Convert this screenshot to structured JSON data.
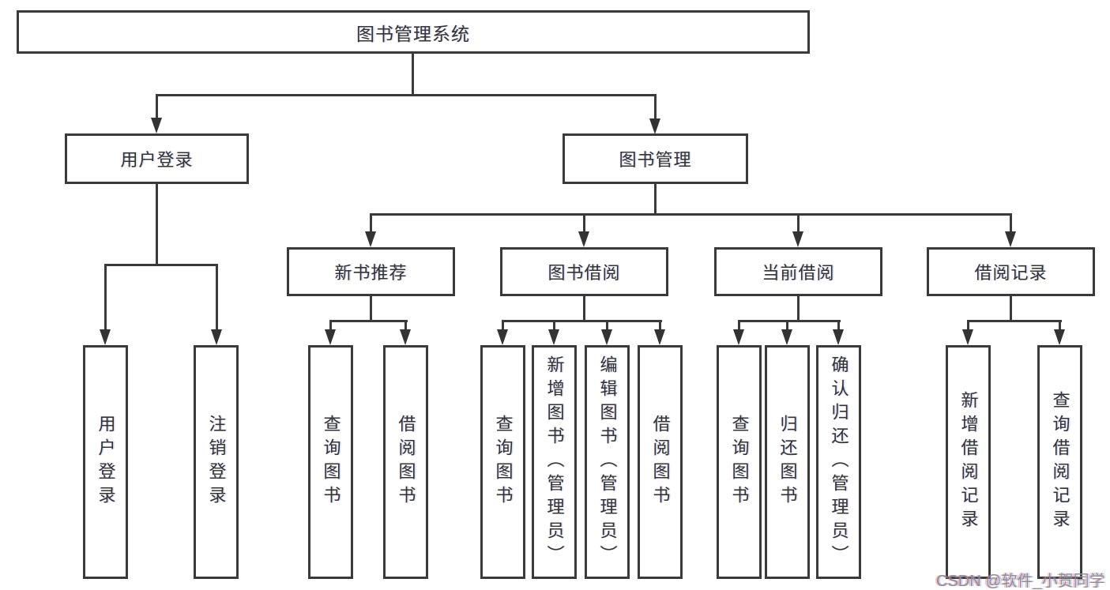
{
  "diagram_title": "图书管理系统",
  "nodes": {
    "root": "图书管理系统",
    "user_login": "用户登录",
    "book_management": "图书管理",
    "new_book_recommend": "新书推荐",
    "book_borrowing": "图书借阅",
    "current_borrowing": "当前借阅",
    "borrowing_records": "借阅记录",
    "leaf_user_login": "用户登录",
    "leaf_logout_login": "注销登录",
    "leaf_query_books_recommend": "查询图书",
    "leaf_borrow_books_recommend": "借阅图书",
    "leaf_query_books_borrowing": "查询图书",
    "leaf_add_books_admin": "新增图书（管理员）",
    "leaf_edit_books_admin": "编辑图书（管理员）",
    "leaf_borrow_books_borrowing": "借阅图书",
    "leaf_query_books_current": "查询图书",
    "leaf_return_books": "归还图书",
    "leaf_confirm_return_admin": "确认归还（管理员）",
    "leaf_add_borrow_record": "新增借阅记录",
    "leaf_query_borrow_record": "查询借阅记录"
  },
  "hierarchy": {
    "图书管理系统": {
      "用户登录": [
        "用户登录",
        "注销登录"
      ],
      "图书管理": {
        "新书推荐": [
          "查询图书",
          "借阅图书"
        ],
        "图书借阅": [
          "查询图书",
          "新增图书（管理员）",
          "编辑图书（管理员）",
          "借阅图书"
        ],
        "当前借阅": [
          "查询图书",
          "归还图书",
          "确认归还（管理员）"
        ],
        "借阅记录": [
          "新增借阅记录",
          "查询借阅记录"
        ]
      }
    }
  },
  "watermark": "CSDN @软件_小贺同学",
  "colors": {
    "background": "#ffffff",
    "line": "#3a3a3a",
    "text": "#333333",
    "watermark": "#8f8f8f"
  }
}
